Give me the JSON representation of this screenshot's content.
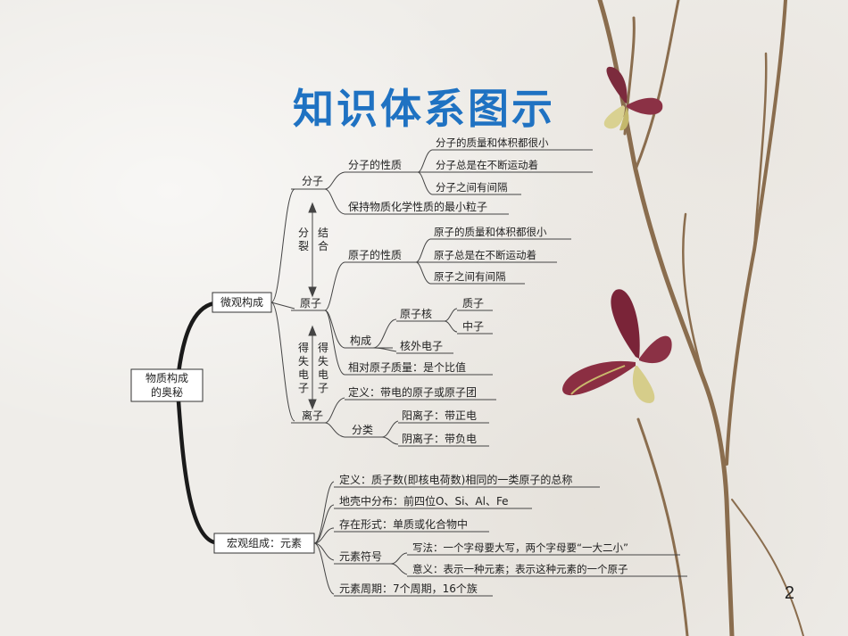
{
  "title": "知识体系图示",
  "page_number": "2",
  "root": "物质构成的奥秘",
  "root_lines": [
    "物质构成",
    "的奥秘"
  ],
  "micro": {
    "label": "微观构成",
    "molecule": {
      "label": "分子",
      "props_label": "分子的性质",
      "props": [
        "分子的质量和体积都很小",
        "分子总是在不断运动着",
        "分子之间有间隔"
      ],
      "keep": "保持物质化学性质的最小粒子"
    },
    "split_label": "分裂",
    "combine_label": "结合",
    "atom": {
      "label": "原子",
      "props_label": "原子的性质",
      "props": [
        "原子的质量和体积都很小",
        "原子总是在不断运动着",
        "原子之间有间隔"
      ],
      "structure_label": "构成",
      "nucleus": "原子核",
      "proton": "质子",
      "neutron": "中子",
      "electrons": "核外电子",
      "relative_mass": "相对原子质量：是个比值"
    },
    "lose_gain_left": "得失电子",
    "lose_gain_right": "得失电子",
    "ion": {
      "label": "离子",
      "definition": "定义：带电的原子或原子团",
      "class_label": "分类",
      "cation": "阳离子：带正电",
      "anion": "阴离子：带负电"
    }
  },
  "macro": {
    "label": "宏观组成：元素",
    "definition": "定义：质子数(即核电荷数)相同的一类原子的总称",
    "crust": "地壳中分布：前四位O、Si、Al、Fe",
    "form": "存在形式：单质或化合物中",
    "symbol_label": "元素符号",
    "writing": "写法：一个字母要大写，两个字母要“一大二小”",
    "meaning": "意义：表示一种元素；表示这种元素的一个原子",
    "period": "元素周期：7个周期，16个族"
  }
}
